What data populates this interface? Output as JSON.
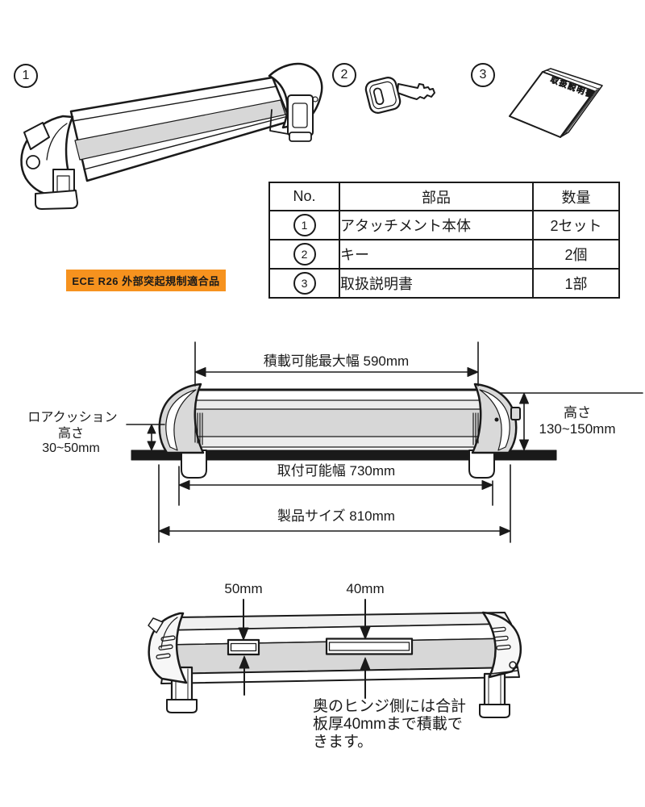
{
  "badge": {
    "text": "ECE R26 外部突起規制適合品",
    "bg": "#f6921e"
  },
  "parts": {
    "item1_num": "1",
    "item2_num": "2",
    "item3_num": "3",
    "manual_cover": "取扱説明書"
  },
  "table": {
    "headers": [
      "No.",
      "部品",
      "数量"
    ],
    "rows": [
      {
        "no": "1",
        "part": "アタッチメント本体",
        "qty": "2セット"
      },
      {
        "no": "2",
        "part": "キー",
        "qty": "2個"
      },
      {
        "no": "3",
        "part": "取扱説明書",
        "qty": "1部"
      }
    ]
  },
  "dim": {
    "load_width": "積載可能最大幅 590mm",
    "height_l1": "高さ",
    "height_l2": "130~150mm",
    "cushion_l1": "ロアクッション",
    "cushion_l2": "高さ",
    "cushion_l3": "30~50mm",
    "mount_width": "取付可能幅 730mm",
    "product_size": "製品サイズ 810mm"
  },
  "slots": {
    "front": "50mm",
    "rear": "40mm",
    "note_l1": "奥のヒンジ側には合計",
    "note_l2": "板厚40mmまで積載で",
    "note_l3": "きます。"
  },
  "colors": {
    "line": "#1a1a1a",
    "fill_gray": "#d7d7d7",
    "badge_orange": "#f6921e"
  }
}
